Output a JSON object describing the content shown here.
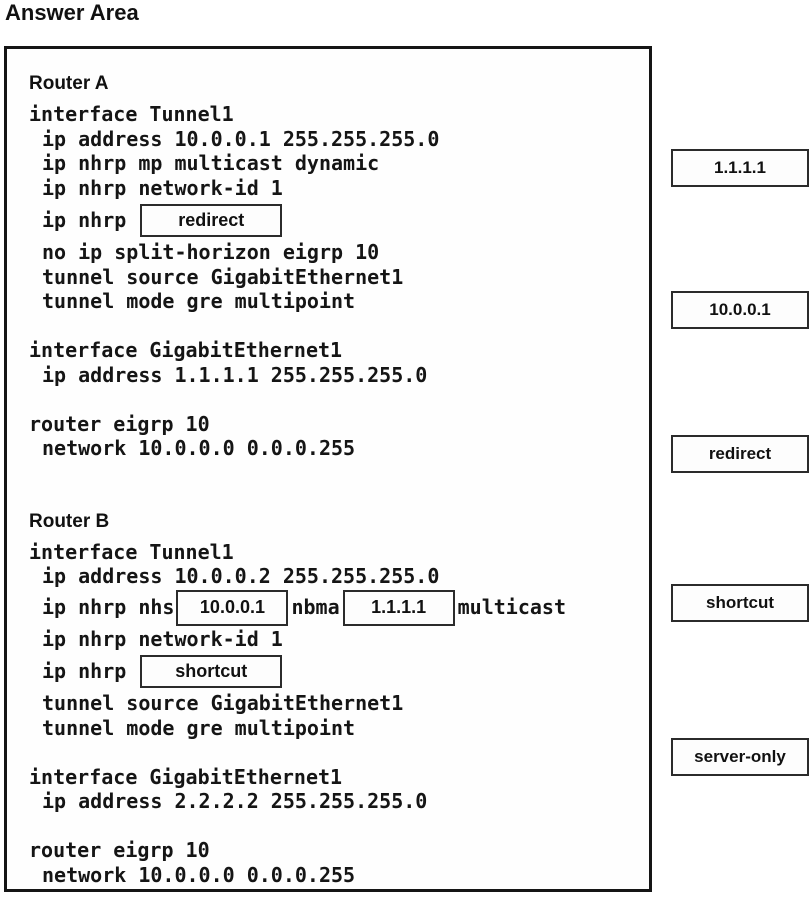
{
  "title": "Answer Area",
  "answer_area": {
    "router_a": {
      "heading": "Router A",
      "lines_top": [
        "interface Tunnel1",
        "ip address 10.0.0.1 255.255.255.0",
        "ip nhrp mp multicast dynamic",
        "ip nhrp network-id 1"
      ],
      "nhrp_mode_line": {
        "prefix": "ip nhrp",
        "value": "redirect"
      },
      "lines_mid": [
        "no ip split-horizon eigrp 10",
        "tunnel source GigabitEthernet1",
        "tunnel mode gre multipoint"
      ],
      "lines_gig": [
        "interface GigabitEthernet1",
        "ip address 1.1.1.1 255.255.255.0"
      ],
      "lines_eigrp": [
        "router eigrp 10",
        "network 10.0.0.0 0.0.0.255"
      ]
    },
    "router_b": {
      "heading": "Router B",
      "lines_top": [
        "interface Tunnel1",
        "ip address 10.0.0.2 255.255.255.0"
      ],
      "nhs_line": {
        "prefix": "ip nhrp nhs",
        "zone1": "10.0.0.1",
        "mid": "nbma",
        "zone2": "1.1.1.1",
        "suffix": "multicast"
      },
      "line_network_id": "ip nhrp network-id 1",
      "nhrp_mode_line": {
        "prefix": "ip nhrp",
        "value": "shortcut"
      },
      "lines_mid": [
        "tunnel source GigabitEthernet1",
        "tunnel mode gre multipoint"
      ],
      "lines_gig": [
        "interface GigabitEthernet1",
        "ip address 2.2.2.2 255.255.255.0"
      ],
      "lines_eigrp": [
        "router eigrp 10",
        "network 10.0.0.0 0.0.0.255"
      ]
    }
  },
  "tokens": [
    "1.1.1.1",
    "10.0.0.1",
    "redirect",
    "shortcut",
    "server-only"
  ],
  "colors": {
    "text": "#111111",
    "border": "#2b2b2b",
    "outer_border": "#151515",
    "background": "#ffffff"
  }
}
